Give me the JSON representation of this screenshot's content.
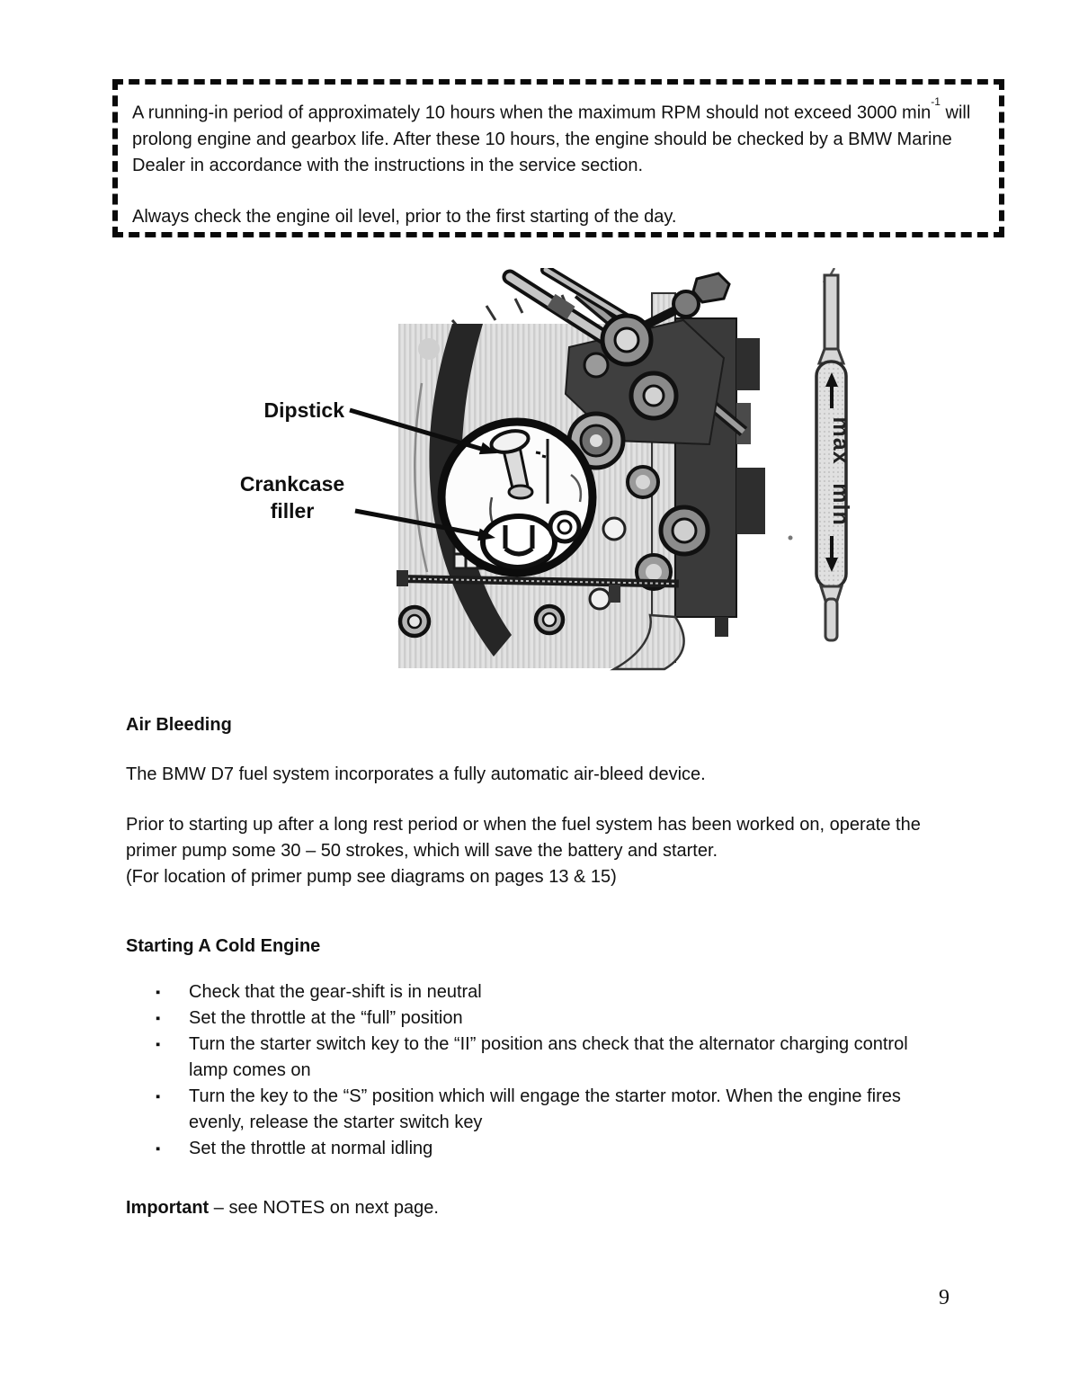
{
  "page": {
    "number": "9"
  },
  "notice_box": {
    "para1_pre": "A running-in period of approximately 10 hours when the maximum RPM should not exceed 3000 min",
    "para1_sup": "-1",
    "para1_post": " will prolong engine and gearbox life. After these 10 hours, the engine should be checked by a BMW Marine Dealer in accordance with the instructions in the service section.",
    "para2": "Always check the engine oil level, prior to the first starting of the day."
  },
  "figure": {
    "label_dipstick": "Dipstick",
    "label_crankcase_line1": "Crankcase",
    "label_crankcase_line2": "filler",
    "mark_max": "max",
    "mark_min": "min"
  },
  "air_bleeding": {
    "heading": "Air Bleeding",
    "para1": "The BMW D7 fuel system incorporates a fully automatic air-bleed device.",
    "para2": "Prior to starting up after a long rest period or when the fuel system has been worked on, operate the primer pump some 30 – 50 strokes, which will save the battery and starter.",
    "para3": "(For location of primer pump see diagrams on pages 13 & 15)"
  },
  "cold_engine": {
    "heading": "Starting A Cold Engine",
    "bullet_char": "▪",
    "bullets": [
      "Check that the gear-shift is in neutral",
      "Set the throttle at the “full” position",
      "Turn the starter switch key to the “II” position ans check that the alternator charging control lamp comes on",
      "Turn the key to the “S” position which will engage the starter motor. When the engine fires evenly, release the starter switch key",
      "Set the throttle at normal idling"
    ]
  },
  "important": {
    "bold": "Important",
    "rest": " – see NOTES on next page."
  }
}
